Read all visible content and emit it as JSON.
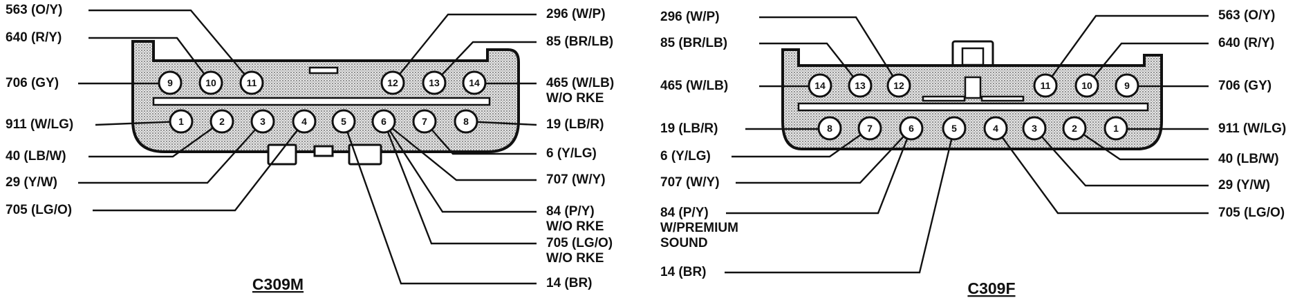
{
  "connectors": [
    {
      "id": "c309m",
      "title": "C309M",
      "pins": [
        {
          "num": "9"
        },
        {
          "num": "10"
        },
        {
          "num": "11"
        },
        {
          "num": "12"
        },
        {
          "num": "13"
        },
        {
          "num": "14"
        },
        {
          "num": "1"
        },
        {
          "num": "2"
        },
        {
          "num": "3"
        },
        {
          "num": "4"
        },
        {
          "num": "5"
        },
        {
          "num": "6"
        },
        {
          "num": "7"
        },
        {
          "num": "8"
        }
      ],
      "labels": [
        {
          "pin": "11",
          "lines": [
            "563 (O/Y)"
          ]
        },
        {
          "pin": "10",
          "lines": [
            "640 (R/Y)"
          ]
        },
        {
          "pin": "9",
          "lines": [
            "706 (GY)"
          ]
        },
        {
          "pin": "1",
          "lines": [
            "911 (W/LG)"
          ]
        },
        {
          "pin": "2",
          "lines": [
            "40 (LB/W)"
          ]
        },
        {
          "pin": "3",
          "lines": [
            "29 (Y/W)"
          ]
        },
        {
          "pin": "4",
          "lines": [
            "705 (LG/O)"
          ]
        },
        {
          "pin": "12",
          "lines": [
            "296 (W/P)"
          ]
        },
        {
          "pin": "13",
          "lines": [
            "85 (BR/LB)"
          ]
        },
        {
          "pin": "14",
          "lines": [
            "465 (W/LB)",
            "W/O RKE"
          ]
        },
        {
          "pin": "8",
          "lines": [
            "19 (LB/R)"
          ]
        },
        {
          "pin": "7",
          "lines": [
            "6 (Y/LG)"
          ]
        },
        {
          "pin": "6",
          "lines": [
            "707 (W/Y)"
          ]
        },
        {
          "pin": "6",
          "lines": [
            "84 (P/Y)",
            "W/O RKE"
          ]
        },
        {
          "pin": "6",
          "lines": [
            "705 (LG/O)",
            "W/O RKE"
          ]
        },
        {
          "pin": "5",
          "lines": [
            "14 (BR)"
          ]
        }
      ]
    },
    {
      "id": "c309f",
      "title": "C309F",
      "pins": [
        {
          "num": "14"
        },
        {
          "num": "13"
        },
        {
          "num": "12"
        },
        {
          "num": "11"
        },
        {
          "num": "10"
        },
        {
          "num": "9"
        },
        {
          "num": "8"
        },
        {
          "num": "7"
        },
        {
          "num": "6"
        },
        {
          "num": "5"
        },
        {
          "num": "4"
        },
        {
          "num": "3"
        },
        {
          "num": "2"
        },
        {
          "num": "1"
        }
      ],
      "labels": [
        {
          "pin": "12",
          "lines": [
            "296 (W/P)"
          ]
        },
        {
          "pin": "13",
          "lines": [
            "85 (BR/LB)"
          ]
        },
        {
          "pin": "14",
          "lines": [
            "465 (W/LB)"
          ]
        },
        {
          "pin": "8",
          "lines": [
            "19 (LB/R)"
          ]
        },
        {
          "pin": "7",
          "lines": [
            "6 (Y/LG)"
          ]
        },
        {
          "pin": "6",
          "lines": [
            "707 (W/Y)"
          ]
        },
        {
          "pin": "6",
          "lines": [
            "84 (P/Y)",
            "W/PREMIUM",
            "SOUND"
          ]
        },
        {
          "pin": "5",
          "lines": [
            "14 (BR)"
          ]
        },
        {
          "pin": "11",
          "lines": [
            "563 (O/Y)"
          ]
        },
        {
          "pin": "10",
          "lines": [
            "640 (R/Y)"
          ]
        },
        {
          "pin": "9",
          "lines": [
            "706 (GY)"
          ]
        },
        {
          "pin": "1",
          "lines": [
            "911 (W/LG)"
          ]
        },
        {
          "pin": "2",
          "lines": [
            "40 (LB/W)"
          ]
        },
        {
          "pin": "3",
          "lines": [
            "29 (Y/W)"
          ]
        },
        {
          "pin": "4",
          "lines": [
            "705 (LG/O)"
          ]
        }
      ]
    }
  ],
  "colors": {
    "ink": "#111111",
    "paper": "#ffffff",
    "housing_fill": "#d9d9d9"
  }
}
